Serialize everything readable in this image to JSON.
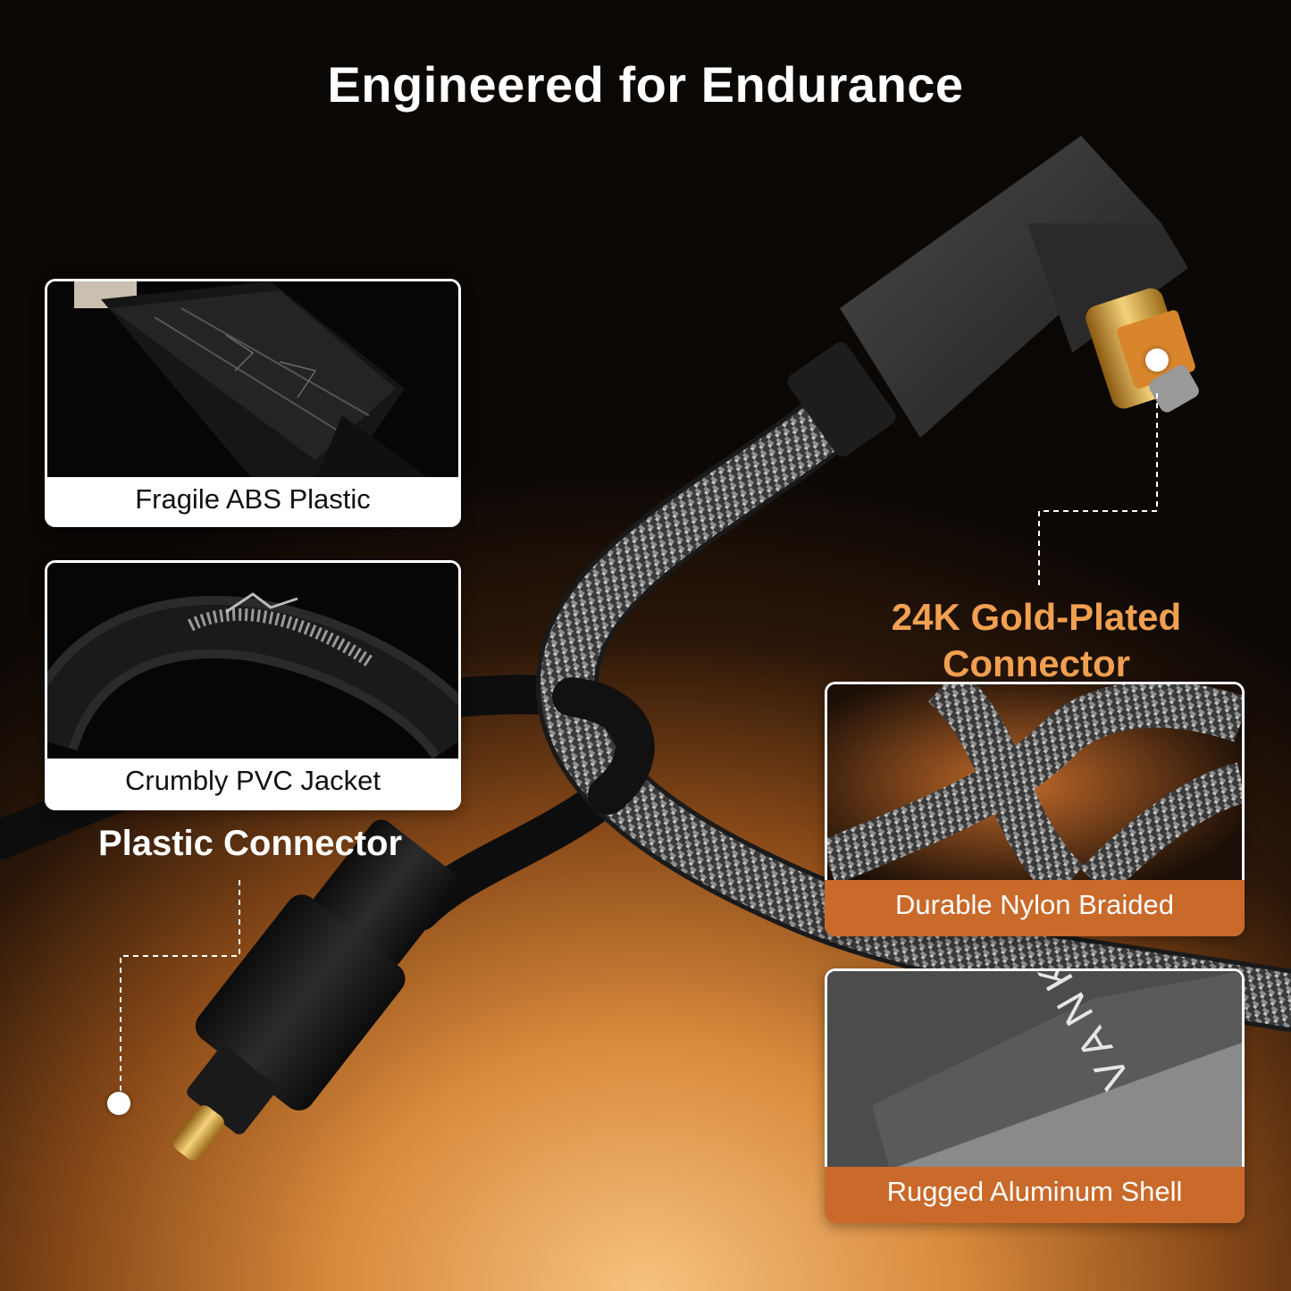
{
  "title": "Engineered for Endurance",
  "panels": {
    "fragile_abs": {
      "caption": "Fragile ABS Plastic"
    },
    "crumbly_pvc": {
      "caption": "Crumbly PVC Jacket"
    },
    "nylon_braided": {
      "caption": "Durable Nylon Braided"
    },
    "aluminum_shell": {
      "caption": "Rugged Aluminum Shell",
      "logo_text": "VANKY"
    }
  },
  "callouts": {
    "gold_connector": {
      "line1": "24K Gold-Plated",
      "line2": "Connector",
      "color": "#f0a050"
    },
    "plastic_connector": {
      "label": "Plastic Connector",
      "color": "#ffffff"
    }
  },
  "colors": {
    "accent_orange": "#c9692a",
    "panel_bg": "#ffffff"
  }
}
